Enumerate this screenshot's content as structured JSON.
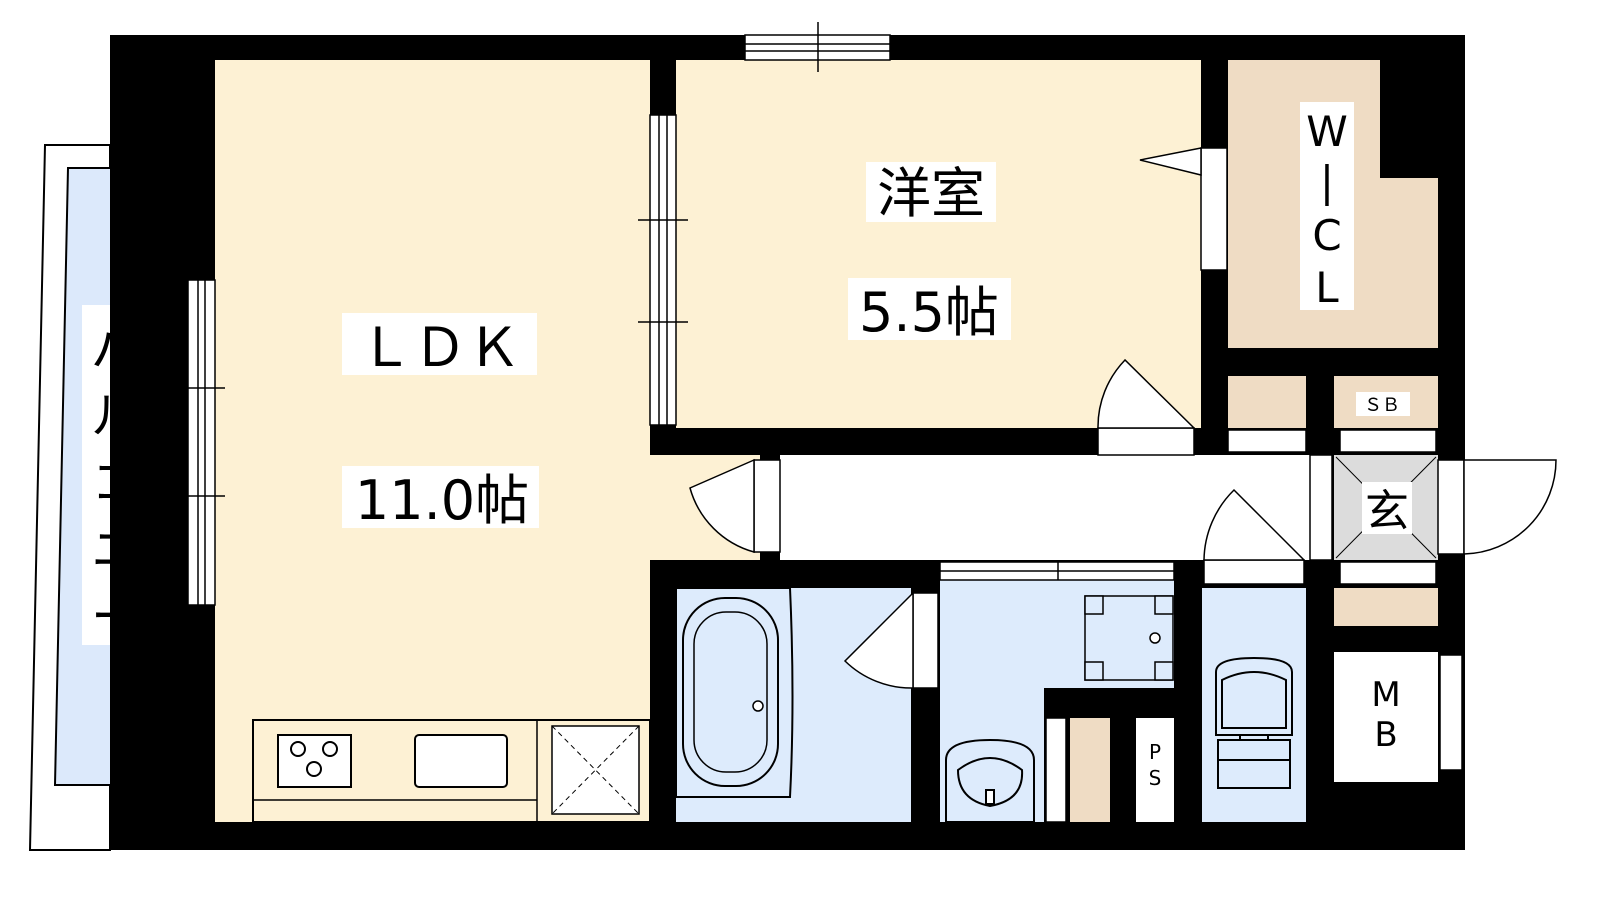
{
  "rooms": {
    "ldk": {
      "name": "ＬＤＫ",
      "area": "11.0帖"
    },
    "western": {
      "name": "洋室",
      "area": "5.5帖"
    },
    "wic": {
      "name": "W|C|L",
      "name_chars": [
        "W",
        "|",
        "C",
        "L"
      ]
    },
    "balcony": {
      "name": "バルコニー",
      "name_chars": [
        "バ",
        "ル",
        "コ",
        "ニ",
        "ー"
      ]
    },
    "entrance": {
      "name": "玄"
    },
    "shoe_box": {
      "name": "ＳＢ"
    },
    "meter_box": {
      "name": "MB",
      "name_chars": [
        "M",
        "B"
      ]
    },
    "pipe_space": {
      "name": "PS",
      "name_chars": [
        "P",
        "S"
      ]
    }
  },
  "colors": {
    "wall": "#000000",
    "room_floor": "#fdf1d4",
    "closet": "#efdcc4",
    "wet_area": "#ddebfc",
    "balcony": "#dce9fb",
    "entrance": "#dcdcdc",
    "line": "#000000"
  }
}
